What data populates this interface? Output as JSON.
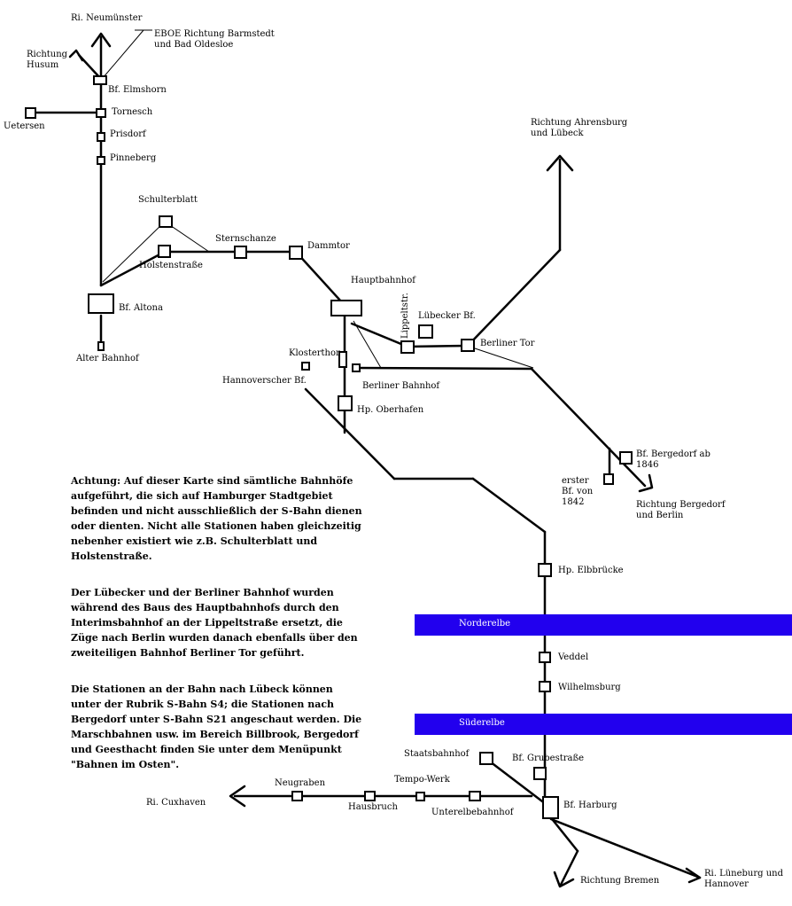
{
  "stations": {
    "elmshorn": "Bf. Elmshorn",
    "tornesch": "Tornesch",
    "prisdorf": "Prisdorf",
    "pinneberg": "Pinneberg",
    "uetersen": "Uetersen",
    "schulterblatt": "Schulterblatt",
    "holstenstrasse": "Holstenstraße",
    "sternschanze": "Sternschanze",
    "dammtor": "Dammtor",
    "altona": "Bf. Altona",
    "alter_bahnhof": "Alter Bahnhof",
    "hauptbahnhof": "Hauptbahnhof",
    "lippeltstr": "Lippeltstr.",
    "luebecker_bf": "Lübecker Bf.",
    "berliner_tor": "Berliner Tor",
    "klosterthor": "Klosterthor",
    "hannoverscher_bf": "Hannoverscher Bf.",
    "berliner_bahnhof": "Berliner Bahnhof",
    "oberhafen": "Hp. Oberhafen",
    "bergedorf_1846": "Bf. Bergedorf ab 1846",
    "erster_bf": "erster Bf. von 1842",
    "elbbruecke": "Hp. Elbbrücke",
    "veddel": "Veddel",
    "wilhelmsburg": "Wilhelmsburg",
    "staatsbahnhof": "Staatsbahnhof",
    "grubestrasse": "Bf. Grubestraße",
    "harburg": "Bf. Harburg",
    "neugraben": "Neugraben",
    "hausbruch": "Hausbruch",
    "tempo_werk": "Tempo-Werk",
    "unterelbebahnhof": "Unterelbebahnhof"
  },
  "directions": {
    "neumuenster": "Ri. Neumünster",
    "eboe": "EBOE Richtung Barmstedt und Bad Oldesloe",
    "husum": "Richtung Husum",
    "ahrensburg": "Richtung Ahrensburg und Lübeck",
    "bergedorf_berlin": "Richtung Bergedorf und Berlin",
    "cuxhaven": "Ri. Cuxhaven",
    "bremen": "Richtung Bremen",
    "lueneburg": "Ri. Lüneburg und Hannover"
  },
  "rivers": {
    "norderelbe": "Norderelbe",
    "suederelbe": "Süderelbe"
  },
  "notes": [
    "Achtung: Auf dieser Karte sind sämtliche Bahnhöfe aufgeführt, die sich auf Hamburger Stadtgebiet befinden und nicht ausschließlich der S-Bahn dienen oder dienten. Nicht alle Stationen haben gleichzeitig nebenher existiert wie z.B. Schulterblatt und Holstenstraße.",
    "Der Lübecker und der Berliner Bahnhof wurden während des Baus des Hauptbahnhofs durch den Interimsbahnhof an der Lippeltstraße ersetzt, die Züge nach Berlin wurden danach ebenfalls über den zweiteiligen Bahnhof Berliner Tor geführt.",
    "Die Stationen an der Bahn nach Lübeck können unter der Rubrik S-Bahn S4; die Stationen nach Bergedorf unter S-Bahn S21 angeschaut werden. Die Marschbahnen usw. im Bereich Billbrook, Bergedorf und Geesthacht finden Sie unter dem Menüpunkt \"Bahnen im Osten\"."
  ],
  "colors": {
    "river": "#2200ee",
    "line": "#000000",
    "background": "#ffffff"
  }
}
